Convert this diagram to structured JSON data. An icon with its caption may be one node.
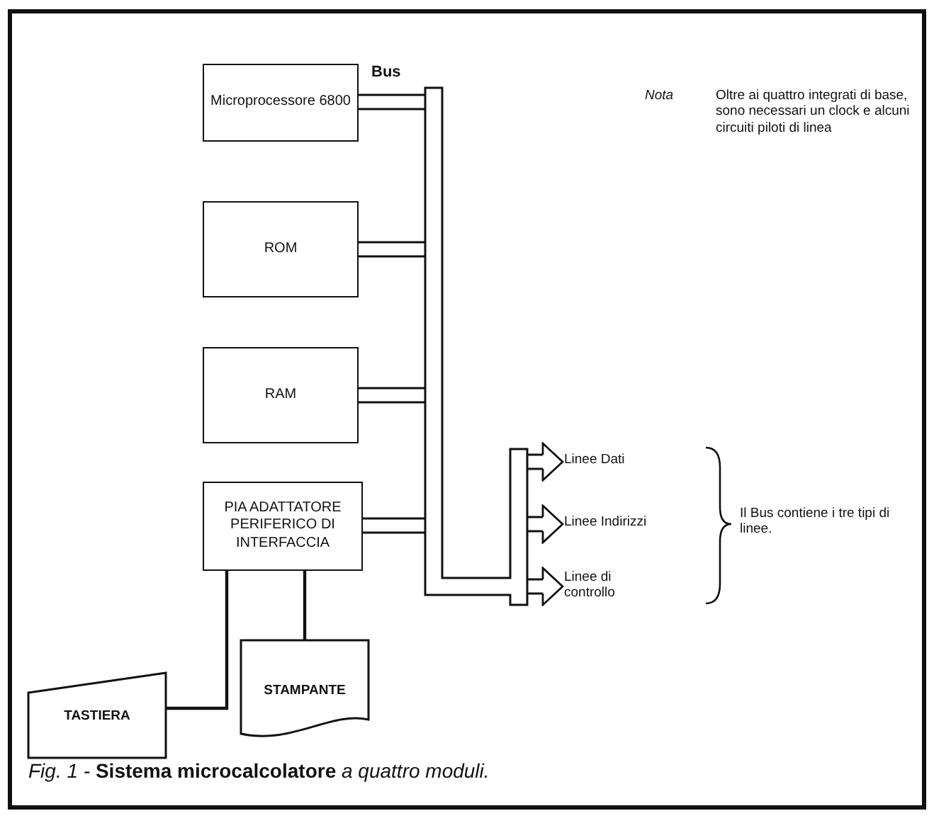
{
  "diagram": {
    "caption": "*Fig. 1 -* **Sistema microcalcolatore** *a quattro moduli.*",
    "nodes": [
      {
        "text": [
          "Microprocessore 6800"
        ]
      },
      {
        "text": [
          "ROM"
        ]
      },
      {
        "text": [
          "RAM"
        ]
      },
      {
        "text": [
          "PIA ADATTATORE PERIFERICO DI INTERFACCIA"
        ]
      },
      {
        "text": [
          "TASTIERA"
        ]
      },
      {
        "text": [
          "STAMPANTE"
        ]
      },
      {
        "text": [],
        "shape": "bar"
      },
      {
        "text": [
          "Linee Dati"
        ]
      },
      {
        "text": [
          "Linee Indirizzi"
        ]
      },
      {
        "text": [
          "Linee di controllo"
        ]
      }
    ],
    "edges": [
      {
        "from": 0,
        "to": 6,
        "arrow": "none"
      },
      {
        "from": 1,
        "to": 6,
        "arrow": "none"
      },
      {
        "from": 2,
        "to": 6,
        "arrow": "none"
      },
      {
        "from": 3,
        "to": 6,
        "arrow": "none"
      },
      {
        "from": 3,
        "to": 4,
        "arrow": "none"
      },
      {
        "from": 3,
        "to": 5,
        "arrow": "none"
      },
      {
        "from": 6,
        "to": 7,
        "arrow": "to"
      },
      {
        "from": 6,
        "to": 8,
        "arrow": "to"
      },
      {
        "from": 6,
        "to": 9,
        "arrow": "to"
      }
    ],
    "labels": [
      "Bus",
      "Nota",
      "Oltre ai quattro integrati di base, sono necessari un clock e alcuni circuiti piloti di linea",
      "Il Bus contiene i tre tipi di linee."
    ]
  }
}
